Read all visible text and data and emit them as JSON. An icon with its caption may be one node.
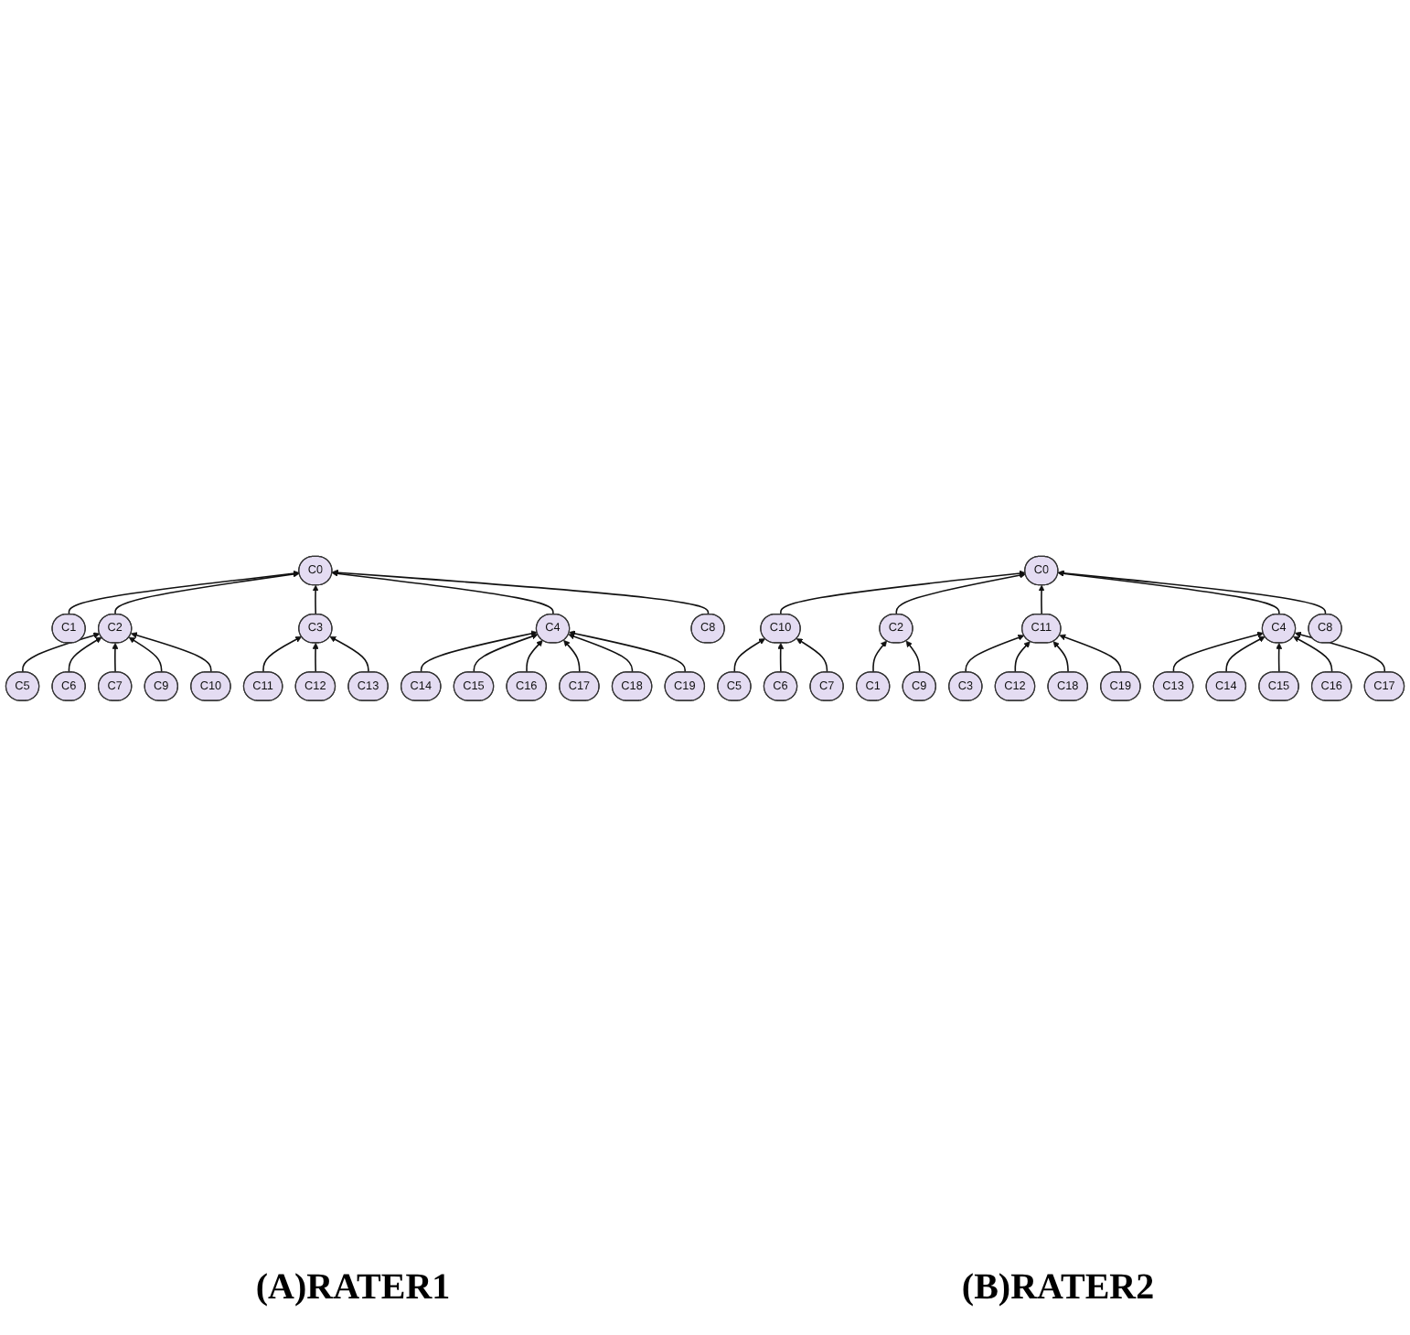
{
  "diagram": {
    "nodes": [
      {
        "text": [
          "C0"
        ]
      },
      {
        "text": [
          "C1"
        ]
      },
      {
        "text": [
          "C2"
        ]
      },
      {
        "text": [
          "C3"
        ]
      },
      {
        "text": [
          "C4"
        ]
      },
      {
        "text": [
          "C5"
        ]
      },
      {
        "text": [
          "C6"
        ]
      },
      {
        "text": [
          "C7"
        ]
      },
      {
        "text": [
          "C8"
        ]
      },
      {
        "text": [
          "C9"
        ]
      },
      {
        "text": [
          "C10"
        ]
      },
      {
        "text": [
          "C11"
        ]
      },
      {
        "text": [
          "C12"
        ]
      },
      {
        "text": [
          "C13"
        ]
      },
      {
        "text": [
          "C14"
        ]
      },
      {
        "text": [
          "C15"
        ]
      },
      {
        "text": [
          "C16"
        ]
      },
      {
        "text": [
          "C17"
        ]
      },
      {
        "text": [
          "C18"
        ]
      },
      {
        "text": [
          "C19"
        ]
      },
      {
        "text": [
          "C0"
        ]
      },
      {
        "text": [
          "C1"
        ]
      },
      {
        "text": [
          "C2"
        ]
      },
      {
        "text": [
          "C3"
        ]
      },
      {
        "text": [
          "C4"
        ]
      },
      {
        "text": [
          "C5"
        ]
      },
      {
        "text": [
          "C6"
        ]
      },
      {
        "text": [
          "C7"
        ]
      },
      {
        "text": [
          "C8"
        ]
      },
      {
        "text": [
          "C9"
        ]
      },
      {
        "text": [
          "C10"
        ]
      },
      {
        "text": [
          "C11"
        ]
      },
      {
        "text": [
          "C12"
        ]
      },
      {
        "text": [
          "C13"
        ]
      },
      {
        "text": [
          "C14"
        ]
      },
      {
        "text": [
          "C15"
        ]
      },
      {
        "text": [
          "C16"
        ]
      },
      {
        "text": [
          "C17"
        ]
      },
      {
        "text": [
          "C18"
        ]
      },
      {
        "text": [
          "C19"
        ]
      }
    ],
    "edges": [
      {
        "from": 1,
        "to": 0,
        "arrow": "to"
      },
      {
        "from": 2,
        "to": 0,
        "arrow": "to"
      },
      {
        "from": 3,
        "to": 0,
        "arrow": "to"
      },
      {
        "from": 4,
        "to": 0,
        "arrow": "to"
      },
      {
        "from": 8,
        "to": 0,
        "arrow": "to"
      },
      {
        "from": 5,
        "to": 2,
        "arrow": "to"
      },
      {
        "from": 6,
        "to": 2,
        "arrow": "to"
      },
      {
        "from": 7,
        "to": 2,
        "arrow": "to"
      },
      {
        "from": 9,
        "to": 2,
        "arrow": "to"
      },
      {
        "from": 10,
        "to": 2,
        "arrow": "to"
      },
      {
        "from": 11,
        "to": 3,
        "arrow": "to"
      },
      {
        "from": 12,
        "to": 3,
        "arrow": "to"
      },
      {
        "from": 13,
        "to": 3,
        "arrow": "to"
      },
      {
        "from": 14,
        "to": 4,
        "arrow": "to"
      },
      {
        "from": 15,
        "to": 4,
        "arrow": "to"
      },
      {
        "from": 16,
        "to": 4,
        "arrow": "to"
      },
      {
        "from": 17,
        "to": 4,
        "arrow": "to"
      },
      {
        "from": 18,
        "to": 4,
        "arrow": "to"
      },
      {
        "from": 19,
        "to": 4,
        "arrow": "to"
      },
      {
        "from": 30,
        "to": 20,
        "arrow": "to"
      },
      {
        "from": 22,
        "to": 20,
        "arrow": "to"
      },
      {
        "from": 31,
        "to": 20,
        "arrow": "to"
      },
      {
        "from": 24,
        "to": 20,
        "arrow": "to"
      },
      {
        "from": 28,
        "to": 20,
        "arrow": "to"
      },
      {
        "from": 25,
        "to": 30,
        "arrow": "to"
      },
      {
        "from": 26,
        "to": 30,
        "arrow": "to"
      },
      {
        "from": 27,
        "to": 30,
        "arrow": "to"
      },
      {
        "from": 21,
        "to": 22,
        "arrow": "to"
      },
      {
        "from": 29,
        "to": 22,
        "arrow": "to"
      },
      {
        "from": 23,
        "to": 31,
        "arrow": "to"
      },
      {
        "from": 32,
        "to": 31,
        "arrow": "to"
      },
      {
        "from": 38,
        "to": 31,
        "arrow": "to"
      },
      {
        "from": 39,
        "to": 31,
        "arrow": "to"
      },
      {
        "from": 33,
        "to": 24,
        "arrow": "to"
      },
      {
        "from": 34,
        "to": 24,
        "arrow": "to"
      },
      {
        "from": 35,
        "to": 24,
        "arrow": "to"
      },
      {
        "from": 36,
        "to": 24,
        "arrow": "to"
      },
      {
        "from": 37,
        "to": 24,
        "arrow": "to"
      }
    ],
    "labels": [
      "(A)RATER1",
      "(B)RATER2"
    ]
  }
}
